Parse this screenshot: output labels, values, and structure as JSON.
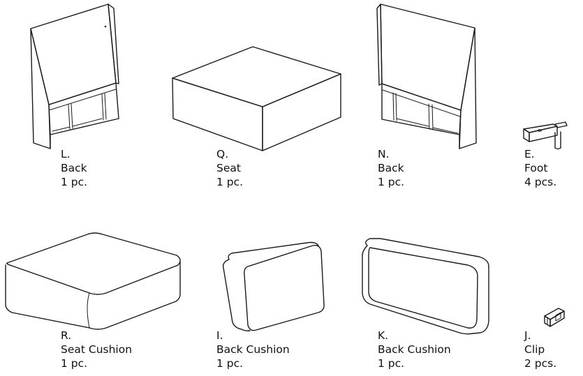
{
  "parts": [
    {
      "letter": "L.",
      "name": "Back",
      "qty": "1 pc."
    },
    {
      "letter": "Q.",
      "name": "Seat",
      "qty": "1 pc."
    },
    {
      "letter": "N.",
      "name": "Back",
      "qty": "1 pc."
    },
    {
      "letter": "E.",
      "name": "Foot",
      "qty": "4 pcs."
    },
    {
      "letter": "R.",
      "name": "Seat Cushion",
      "qty": "1 pc."
    },
    {
      "letter": "I.",
      "name": "Back Cushion",
      "qty": "1 pc."
    },
    {
      "letter": "K.",
      "name": "Back Cushion",
      "qty": "1 pc."
    },
    {
      "letter": "J.",
      "name": "Clip",
      "qty": "2 pcs."
    }
  ]
}
